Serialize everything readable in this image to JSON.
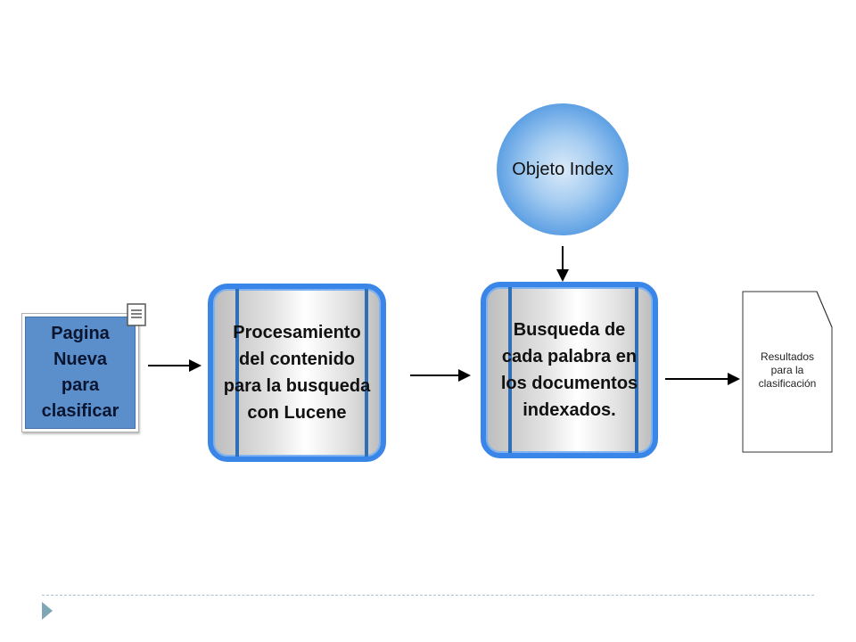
{
  "diagram": {
    "pagina_nueva": "Pagina\nNueva\npara\nclasificar",
    "procesamiento": "Procesamiento\ndel contenido\npara la busqueda\ncon Lucene",
    "busqueda": "Busqueda de\ncada palabra en\nlos documentos\nindexados.",
    "objeto_index": "Objeto Index",
    "resultados": "Resultados\npara la\nclasificación"
  },
  "colors": {
    "pagina_fill": "#5b8fcb",
    "process_border": "#3a86e8",
    "circle_edge": "#2f74d0",
    "footer_accent": "#7fa6b6"
  },
  "icons": {
    "page_icon": "document-lines-icon",
    "footer_icon": "triangle-bullet-icon"
  }
}
